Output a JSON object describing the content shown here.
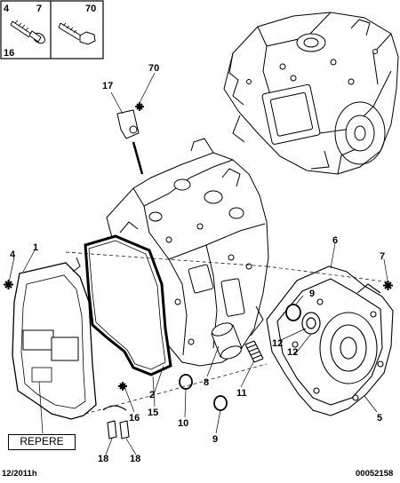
{
  "fastener_box": {
    "left_labels": [
      "4",
      "7",
      "16"
    ],
    "right_labels": [
      "70"
    ]
  },
  "callouts": {
    "c1": "1",
    "c2": "2",
    "c4a": "4",
    "c5": "5",
    "c6": "6",
    "c7a": "7",
    "c8": "8",
    "c9a": "9",
    "c9b": "9",
    "c10": "10",
    "c11": "11",
    "c12a": "12",
    "c12b": "12",
    "c15": "15",
    "c16": "16",
    "c17": "17",
    "c18a": "18",
    "c18b": "18",
    "c70": "70"
  },
  "repere_label": "REPERE",
  "footer": {
    "date": "12/2011h",
    "reference": "00052158"
  }
}
